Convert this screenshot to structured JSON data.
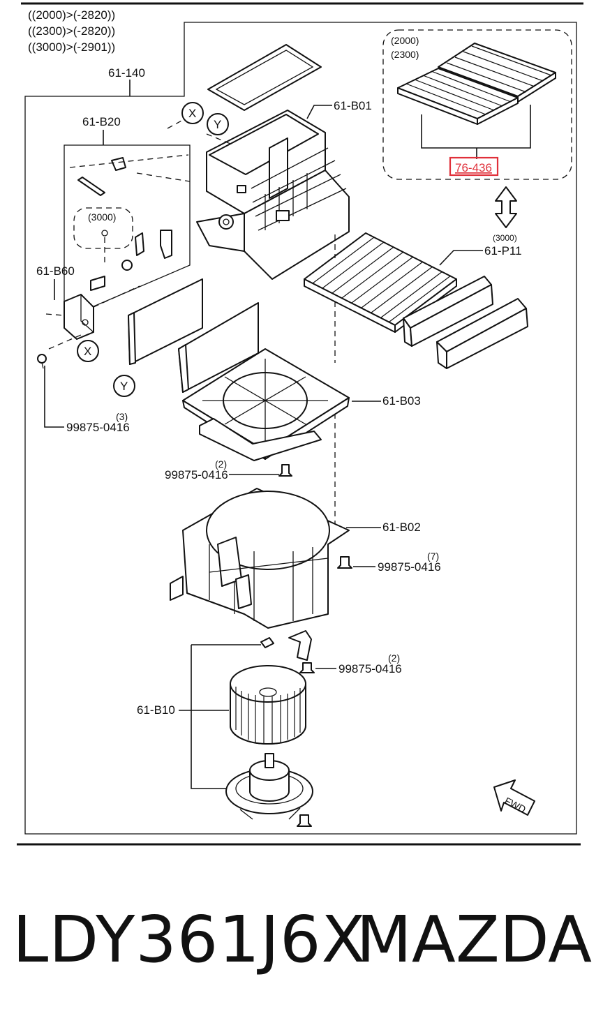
{
  "header_notes": [
    "((2000)>(-2820))",
    "((2300)>(-2820))",
    "((3000)>(-2901))"
  ],
  "labels": {
    "p61_140": "61-140",
    "p61_b01": "61-B01",
    "p61_b20": "61-B20",
    "p61_b60": "61-B60",
    "p61_p11": "61-P11",
    "p61_b03": "61-B03",
    "p61_b02": "61-B02",
    "p61_b10": "61-B10",
    "filter_ref": "76-436",
    "inset_2000": "(2000)",
    "inset_2300": "(2300)",
    "v3000_a": "(3000)",
    "v3000_b": "(3000)",
    "marker_x": "X",
    "marker_y": "Y",
    "fwd": "FWD"
  },
  "screws": [
    {
      "part": "99875-0416",
      "qty": "(3)"
    },
    {
      "part": "99875-0416",
      "qty": "(2)"
    },
    {
      "part": "99875-0416",
      "qty": "(7)"
    },
    {
      "part": "99875-0416",
      "qty": "(2)"
    }
  ],
  "colors": {
    "highlight": "#e0303a",
    "ink": "#111111"
  },
  "footer": {
    "part_number": "LDY361J6X",
    "manufacturer": "MAZDA"
  }
}
